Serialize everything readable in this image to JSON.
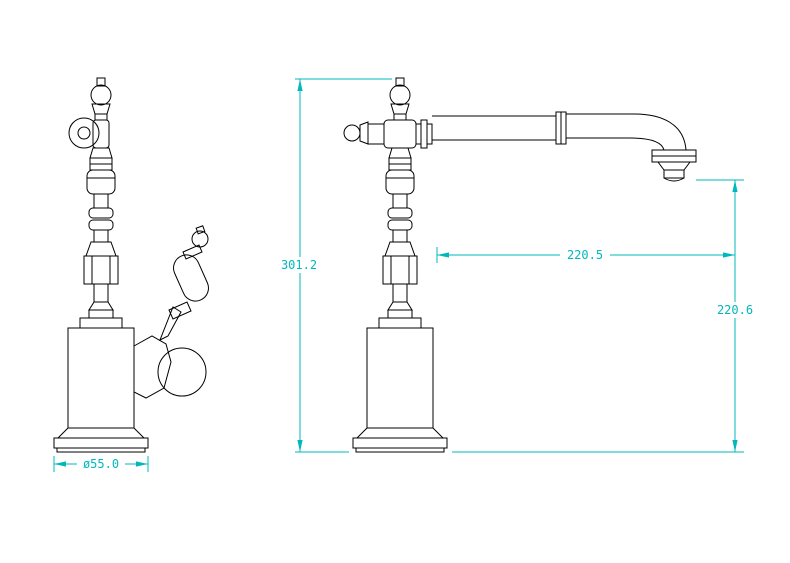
{
  "drawing": {
    "background_color": "#ffffff",
    "line_color": "#000000",
    "dimension_color": "#00b8bc",
    "dimensions": {
      "overall_height": "301.2",
      "spout_reach": "220.5",
      "outlet_height": "220.6",
      "base_diameter": "ø55.0"
    }
  }
}
